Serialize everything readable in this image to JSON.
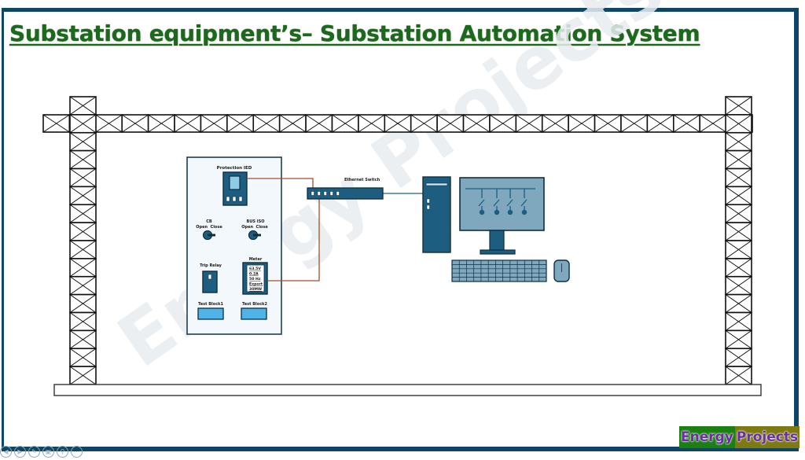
{
  "slide": {
    "title": "Substation equipment’s– Substation Automation System",
    "watermark": "Energy Projects"
  },
  "panel": {
    "protection_ied_label": "Protection IED",
    "cb_label": "CB",
    "cb_open_close": "Open  Close",
    "bus_iso_label": "BUS ISO",
    "bus_iso_open_close": "Open  Close",
    "trip_relay_label": "Trip Relay",
    "meter_label": "Meter",
    "meter_readings": [
      "63.5V",
      "0.2A",
      "50 Hz",
      "Export",
      "30MW"
    ],
    "test_block1_label": "Test Block1",
    "test_block2_label": "Test Block2"
  },
  "network": {
    "ethernet_switch_label": "Ethernet Switch"
  },
  "brand": {
    "part1": "Energy",
    "part2": "Projects"
  },
  "colors": {
    "title_green": "#1b6a1b",
    "frame_navy": "#0f4565",
    "equipment_blue": "#1d5e80",
    "light_blue": "#4fb3e8",
    "screen_blue": "#7fa8bf",
    "wire_copper": "#a0522d",
    "brand_green": "#1b7f12",
    "brand_olive": "#7c7a10",
    "brand_text": "#6b2fa3"
  },
  "player_controls": [
    "previous-icon",
    "next-icon",
    "pen-icon",
    "slides-icon",
    "zoom-icon",
    "more-icon"
  ]
}
